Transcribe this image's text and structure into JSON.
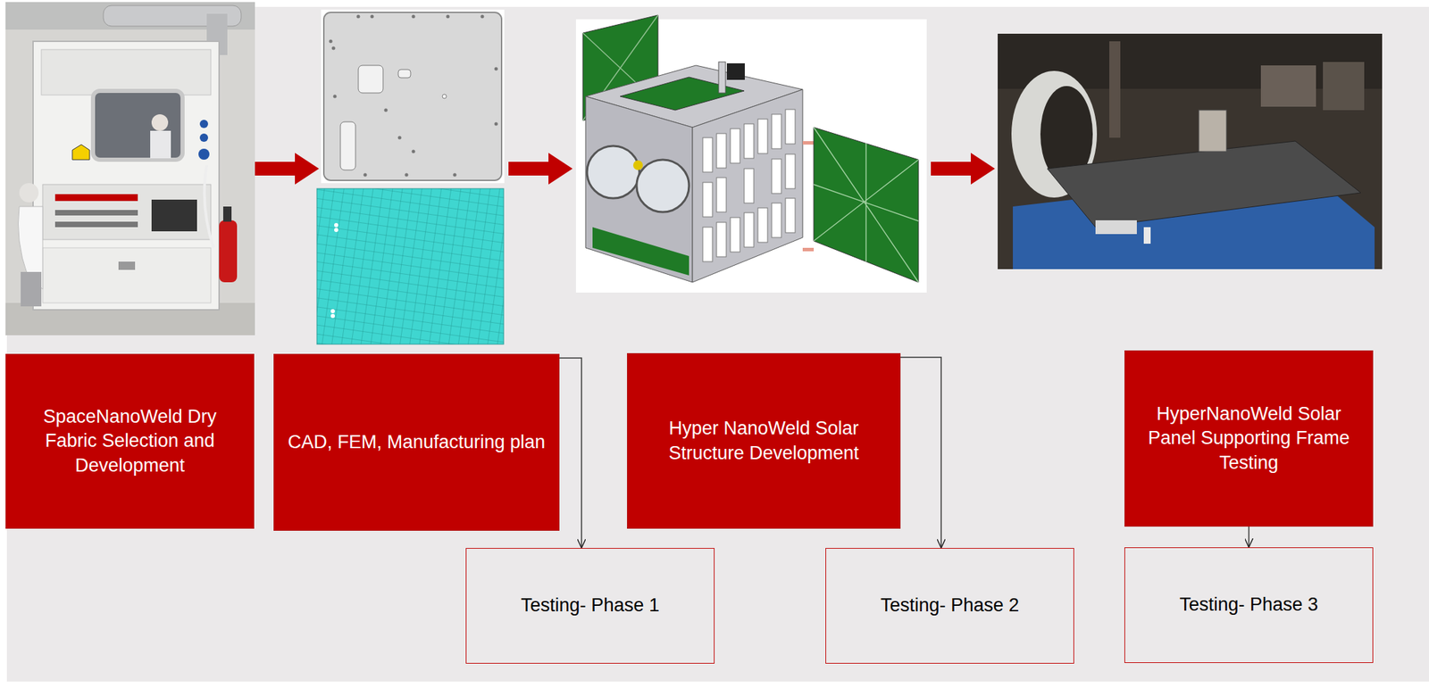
{
  "diagram": {
    "nodes": [
      {
        "text": [
          "SpaceNanoWeld Dry Fabric Selection and Development"
        ]
      },
      {
        "text": [
          "CAD, FEM, Manufacturing plan"
        ]
      },
      {
        "text": [
          "Hyper NanoWeld Solar Structure Development"
        ]
      },
      {
        "text": [
          "HyperNanoWeld Solar Panel Supporting Frame Testing"
        ]
      },
      {
        "text": [
          "Testing- Phase 1"
        ]
      },
      {
        "text": [
          "Testing- Phase 2"
        ]
      },
      {
        "text": [
          "Testing- Phase 3"
        ]
      }
    ],
    "edges": [
      {
        "from": 1,
        "to": 4,
        "arrow": "to"
      },
      {
        "from": 2,
        "to": 5,
        "arrow": "to"
      },
      {
        "from": 3,
        "to": 6,
        "arrow": "to"
      }
    ]
  }
}
